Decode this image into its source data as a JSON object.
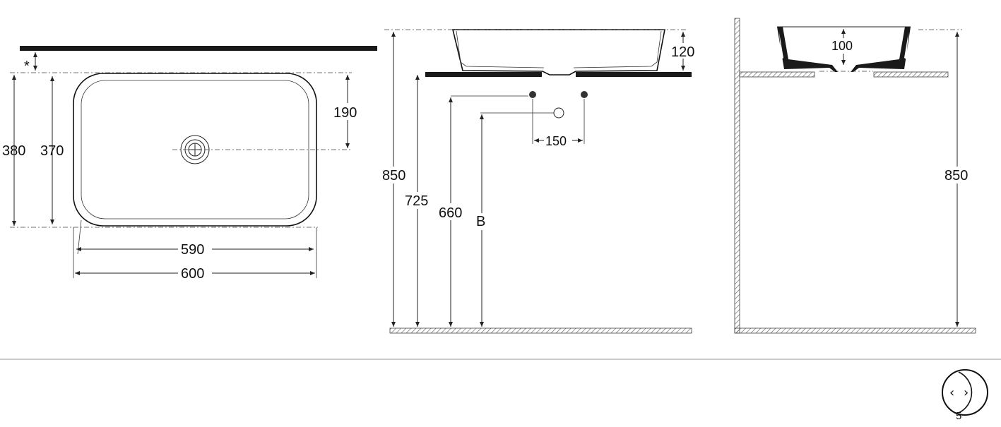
{
  "top_view": {
    "marker": "*",
    "dims": {
      "d380": "380",
      "d370": "370",
      "d190": "190",
      "d590": "590",
      "d600": "600"
    }
  },
  "front_view": {
    "dims": {
      "d120": "120",
      "d850": "850",
      "d725": "725",
      "d660": "660",
      "dB": "B",
      "d150": "150"
    }
  },
  "side_view": {
    "dims": {
      "d100": "100",
      "d850": "850"
    }
  },
  "nav_badge": {
    "page_number": "5",
    "prev_symbol": "‹",
    "next_symbol": "›"
  }
}
